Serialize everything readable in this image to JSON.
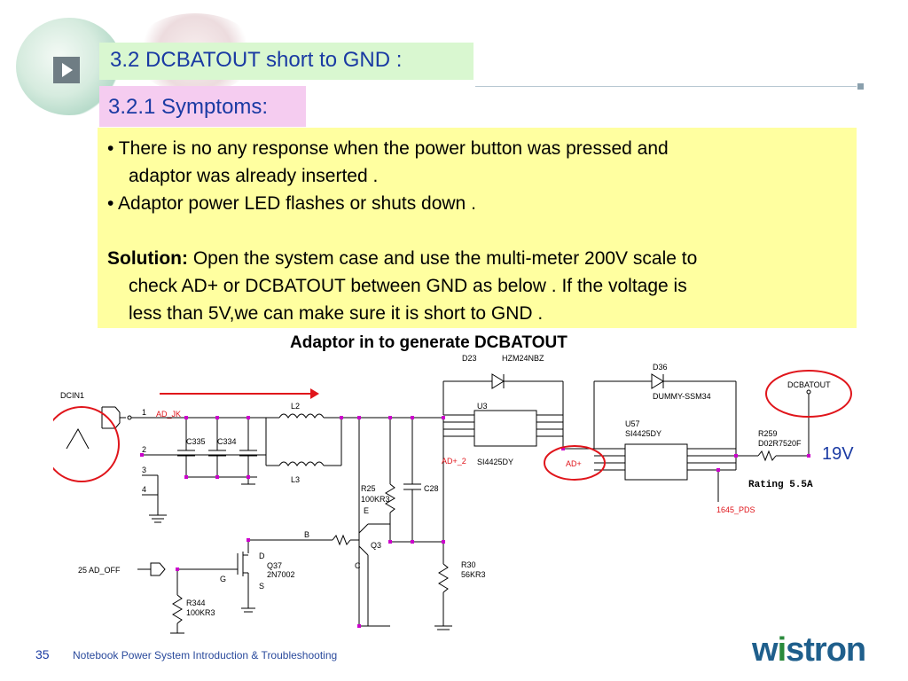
{
  "slide": {
    "title": "3.2  DCBATOUT short to GND :",
    "subtitle": "3.2.1 Symptoms:",
    "bullets": [
      "• There is no any response when the power button was pressed and",
      "adaptor was already inserted .",
      "• Adaptor power LED flashes or shuts down ."
    ],
    "solution_label": "Solution:",
    "solution_lines": [
      " Open the system case and use the multi-meter 200V scale to",
      "check AD+ or DCBATOUT between GND as below . If the voltage is",
      "less than 5V,we can make sure it is short to GND ."
    ],
    "diagram_title": "Adaptor in to generate DCBATOUT"
  },
  "schematic": {
    "labels": {
      "dcin1": "DCIN1",
      "ad_jk": "AD_JK",
      "pin1": "1",
      "pin2": "2",
      "pin3": "3",
      "pin4": "4",
      "c335": "C335",
      "c334": "C334",
      "l2": "L2",
      "l3": "L3",
      "d23": "D23",
      "hzm": "HZM24NBZ",
      "u3": "U3",
      "si4425_u3": "SI4425DY",
      "adplus2": "AD+_2",
      "r25": "R25",
      "r25v": "100KR3",
      "c28": "C28",
      "q3": "Q3",
      "b": "B",
      "e": "E",
      "c": "C",
      "q37": "Q37",
      "q37v": "2N7002",
      "d": "D",
      "g": "G",
      "s": "S",
      "ad_off": "25 AD_OFF",
      "r344": "R344",
      "r344v": "100KR3",
      "r30": "R30",
      "r30v": "56KR3",
      "d36": "D36",
      "dummy": "DUMMY-SSM34",
      "u57": "U57",
      "si4425_u57": "SI4425DY",
      "adplus": "AD+",
      "r259": "R259",
      "r259v": "D02R7520F",
      "dcbatout": "DCBATOUT",
      "v19": "19V",
      "rating": "Rating  5.5A",
      "pds": "1645_PDS"
    }
  },
  "footer": {
    "page": "35",
    "text": "Notebook Power System Introduction & Troubleshooting",
    "logo_a": "w",
    "logo_i": "i",
    "logo_b": "stron"
  },
  "colors": {
    "title_bg": "#d9f7d0",
    "subtitle_bg": "#f5ccf0",
    "body_bg": "#ffffa0",
    "heading_text": "#1a3aa3",
    "wire": "#000000",
    "junction": "#cc00cc",
    "annotation_red": "#e0151b",
    "voltage_blue": "#1a3aa3"
  }
}
